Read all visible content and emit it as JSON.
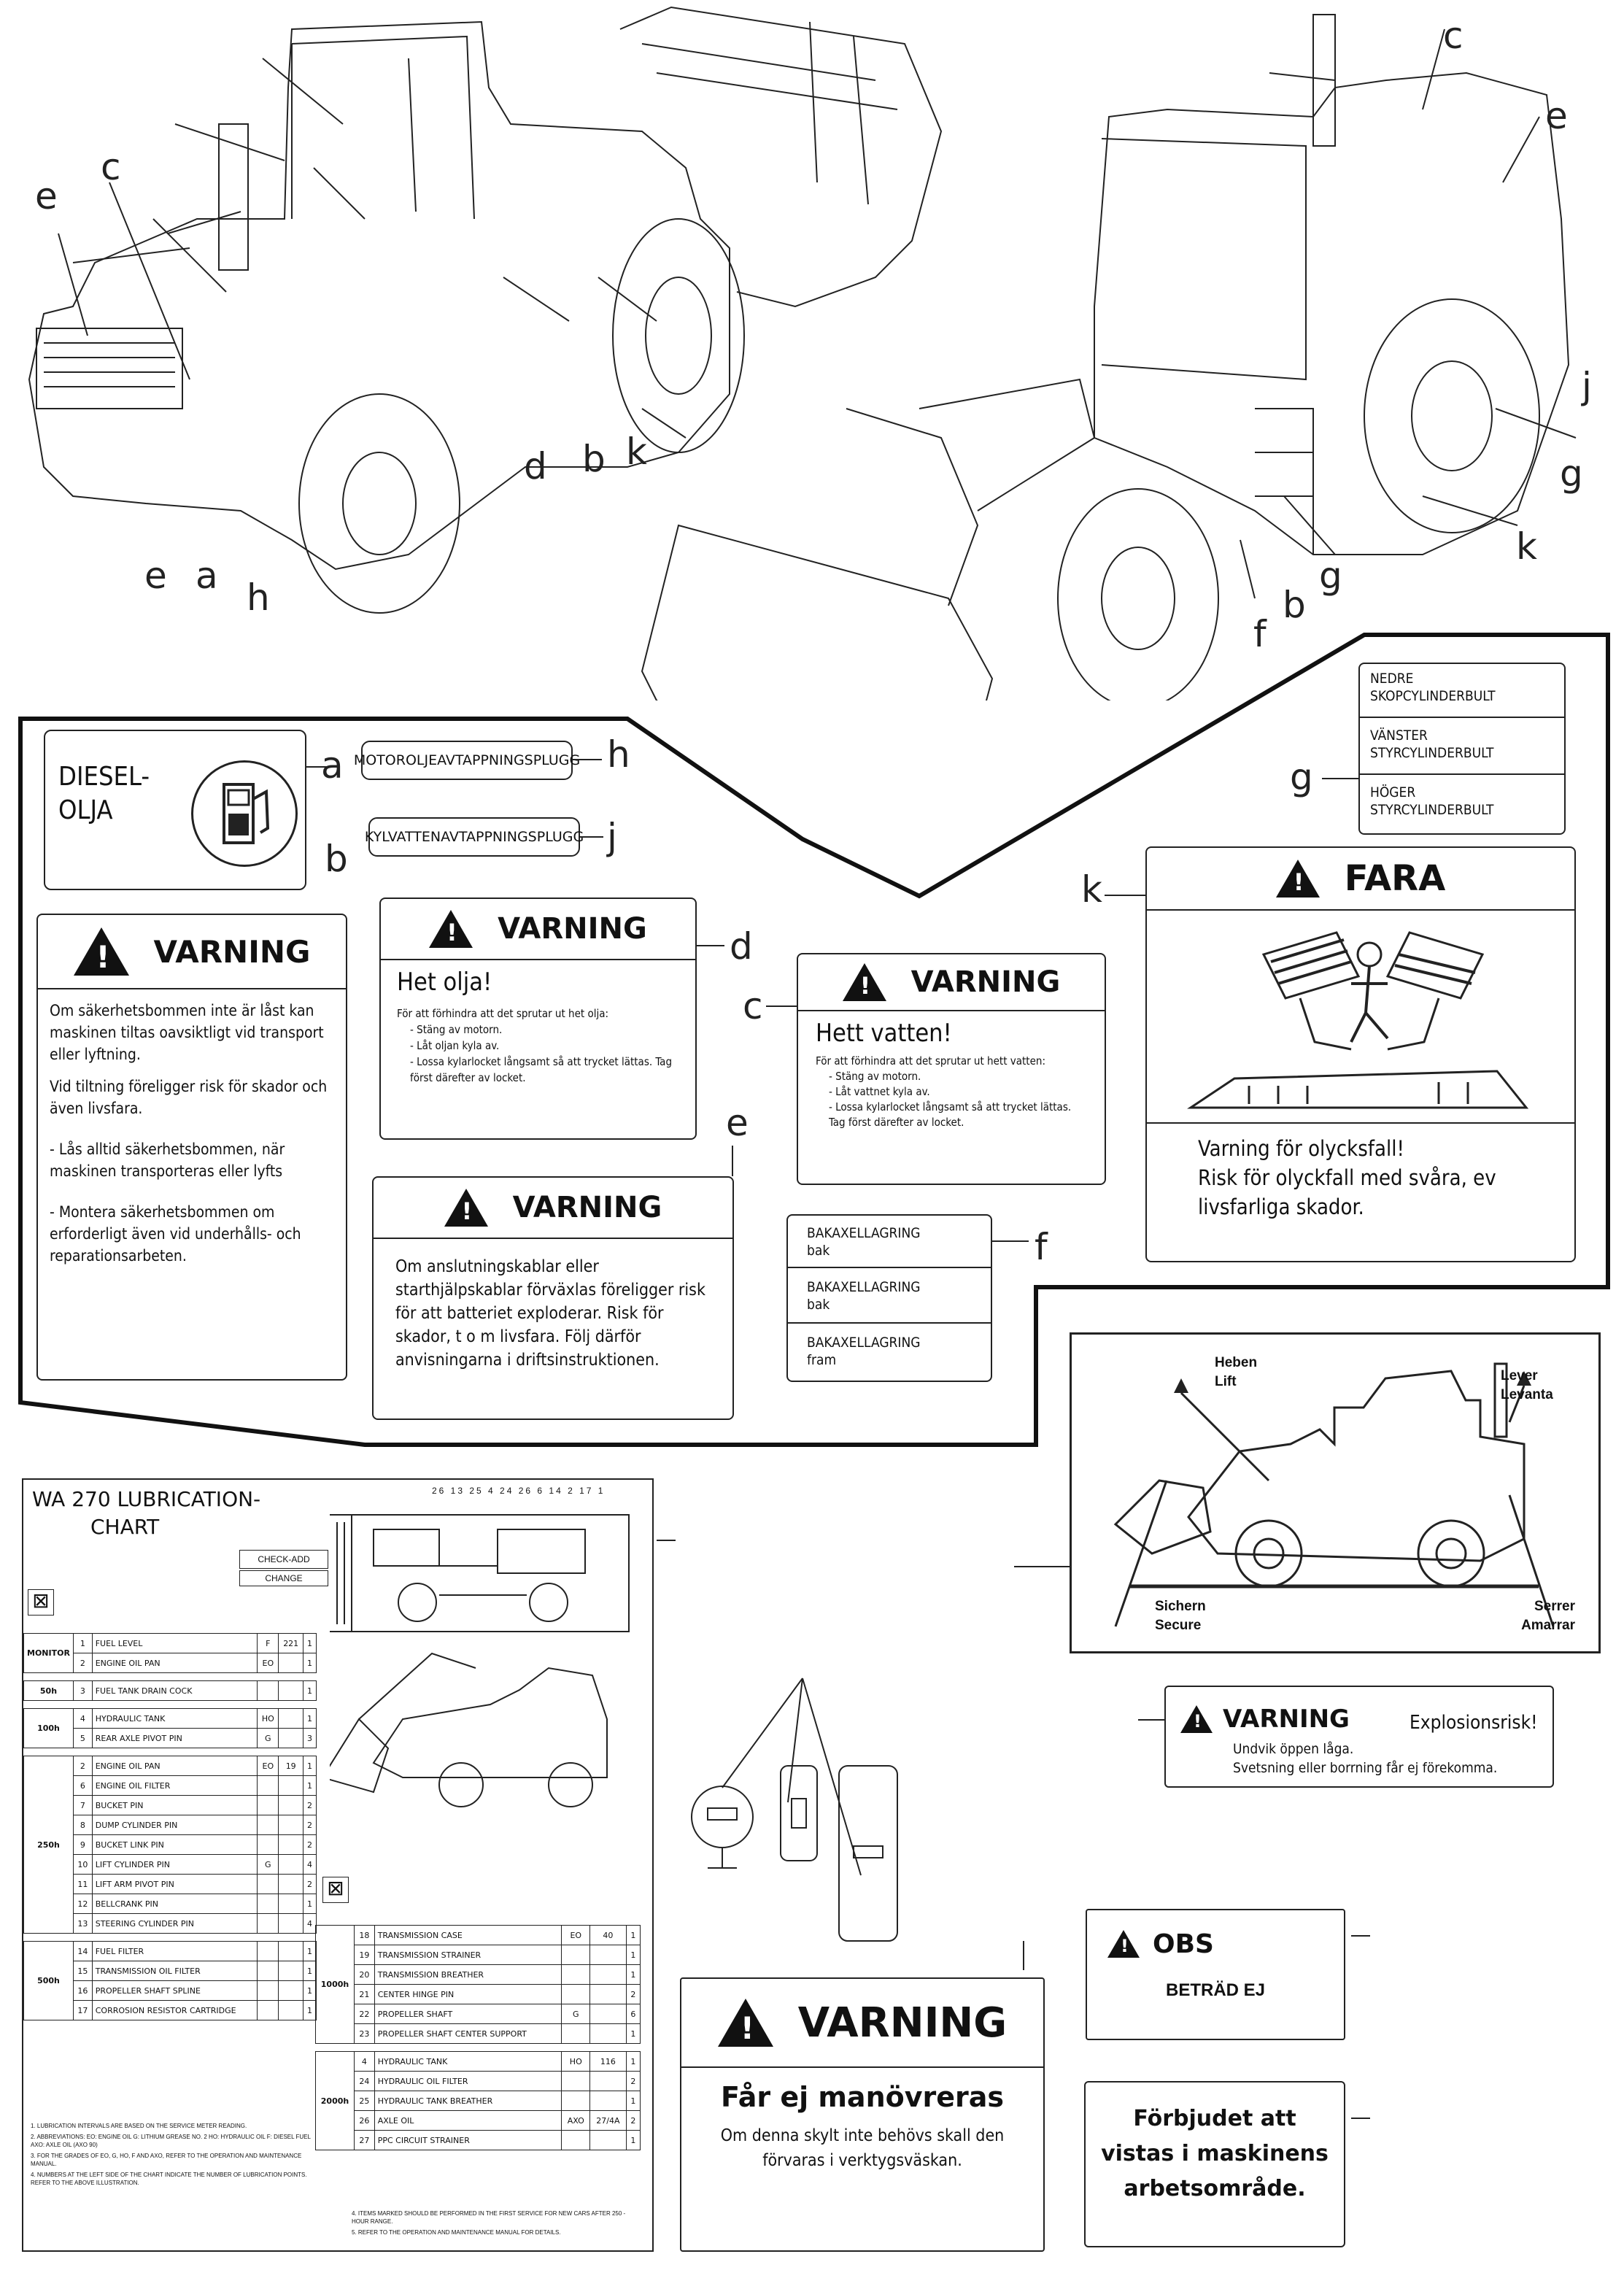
{
  "top_letters": {
    "left": [
      "e",
      "c",
      "e",
      "a",
      "h",
      "d",
      "b",
      "k"
    ],
    "right": [
      "c",
      "e",
      "j",
      "g",
      "k",
      "g",
      "b",
      "f"
    ]
  },
  "diesel": {
    "label_line1": "DIESEL-",
    "label_line2": "OLJA",
    "letter": "a"
  },
  "plug_h": {
    "text": "MOTOROLJEAVTAPPNINGSPLUGG",
    "letter": "h"
  },
  "plug_j": {
    "text": "KYLVATTENAVTAPPNINGSPLUGG",
    "letter": "j"
  },
  "label_g": {
    "letter": "g",
    "rows": [
      "NEDRE\nSKOPCYLINDERBULT",
      "VÄNSTER\nSTYRCYLINDERBULT",
      "HÖGER\nSTYRCYLINDERBULT"
    ]
  },
  "warn_b": {
    "letter": "b",
    "title": "VARNING",
    "p1": "Om säkerhetsbommen inte är låst kan maskinen tiltas oavsiktligt vid transport eller lyftning.",
    "p2": "Vid tiltning föreligger risk för skador och även livsfara.",
    "p3": "- Lås alltid säkerhetsbommen, när maskinen transporteras eller lyfts",
    "p4": "- Montera säkerhetsbommen om erforderligt även vid underhålls- och reparationsarbeten."
  },
  "warn_d": {
    "letter": "d",
    "title": "VARNING",
    "heading": "Het olja!",
    "intro": "För att förhindra att det sprutar ut het olja:",
    "items": [
      "- Stäng av motorn.",
      "- Låt oljan kyla av.",
      "- Lossa kylarlocket långsamt så att trycket lättas. Tag först därefter av locket."
    ]
  },
  "warn_c": {
    "letter": "c",
    "title": "VARNING",
    "heading": "Hett vatten!",
    "intro": "För att förhindra att det sprutar ut hett vatten:",
    "items": [
      "- Stäng av motorn.",
      "- Låt vattnet kyla av.",
      "- Lossa kylarlocket långsamt så att trycket lättas. Tag först därefter av locket."
    ]
  },
  "warn_e": {
    "letter": "e",
    "title": "VARNING",
    "text": "Om anslutningskablar eller starthjälpskablar förväxlas föreligger risk för att batteriet exploderar. Risk för skador, t o m livsfara. Följ därför anvisningarna i driftsinstruktionen."
  },
  "label_f": {
    "letter": "f",
    "rows": [
      [
        "BAKAXELLAGRING",
        "bak"
      ],
      [
        "BAKAXELLAGRING",
        "bak"
      ],
      [
        "BAKAXELLAGRING",
        "fram"
      ]
    ]
  },
  "fara_k": {
    "letter": "k",
    "title": "FARA",
    "line1": "Varning för olycksfall!",
    "line2": "Risk för olyckfall med svåra, ev",
    "line3": "livsfarliga skador."
  },
  "lift": {
    "heben": "Heben",
    "lift": "Lift",
    "lever": "Lever",
    "levanta": "Levanta",
    "sichern": "Sichern",
    "secure": "Secure",
    "serrer": "Serrer",
    "amarrar": "Amarrar"
  },
  "explosion": {
    "title": "VARNING",
    "risk": "Explosionsrisk!",
    "line1": "Undvik öppen låga.",
    "line2": "Svetsning eller borrning får ej förekomma."
  },
  "obs": {
    "title": "OBS",
    "text": "BETRÄD EJ"
  },
  "manovrera": {
    "title": "VARNING",
    "heading": "Får ej manövreras",
    "line1": "Om denna skylt inte behövs skall den",
    "line2": "förvaras i verktygsväskan."
  },
  "forbjudet": {
    "line1": "Förbjudet att",
    "line2": "vistas i maskinens",
    "line3": "arbetsområde."
  },
  "lub_chart": {
    "title1": "WA 270 LUBRICATION-",
    "title2": "CHART",
    "check_add": "CHECK-ADD",
    "change": "CHANGE",
    "top_numbers": "26 13 25 4 24 26 6 14 2 17 1",
    "left_groups": [
      {
        "interval": "MONITOR",
        "rows": [
          [
            "1",
            "FUEL LEVEL",
            "F",
            "221",
            "1"
          ],
          [
            "2",
            "ENGINE OIL PAN",
            "EO",
            "",
            "1"
          ]
        ]
      },
      {
        "interval": "50h",
        "rows": [
          [
            "3",
            "FUEL TANK DRAIN COCK",
            "",
            "",
            "1"
          ]
        ]
      },
      {
        "interval": "100h",
        "rows": [
          [
            "4",
            "HYDRAULIC TANK",
            "HO",
            "",
            "1"
          ],
          [
            "5",
            "REAR AXLE PIVOT PIN",
            "G",
            "",
            "3"
          ]
        ]
      },
      {
        "interval": "250h",
        "rows": [
          [
            "2",
            "ENGINE OIL PAN",
            "EO",
            "19",
            "1"
          ],
          [
            "6",
            "ENGINE OIL FILTER",
            "",
            "",
            "1"
          ],
          [
            "7",
            "BUCKET PIN",
            "",
            "",
            "2"
          ],
          [
            "8",
            "DUMP CYLINDER PIN",
            "",
            "",
            "2"
          ],
          [
            "9",
            "BUCKET LINK PIN",
            "",
            "",
            "2"
          ],
          [
            "10",
            "LIFT CYLINDER PIN",
            "G",
            "",
            "4"
          ],
          [
            "11",
            "LIFT ARM PIVOT PIN",
            "",
            "",
            "2"
          ],
          [
            "12",
            "BELLCRANK PIN",
            "",
            "",
            "1"
          ],
          [
            "13",
            "STEERING CYLINDER PIN",
            "",
            "",
            "4"
          ]
        ]
      },
      {
        "interval": "500h",
        "rows": [
          [
            "14",
            "FUEL FILTER",
            "",
            "",
            "1"
          ],
          [
            "15",
            "TRANSMISSION OIL FILTER",
            "",
            "",
            "1"
          ],
          [
            "16",
            "PROPELLER SHAFT SPLINE",
            "",
            "",
            "1"
          ],
          [
            "17",
            "CORROSION RESISTOR CARTRIDGE",
            "",
            "",
            "1"
          ]
        ]
      }
    ],
    "right_groups": [
      {
        "interval": "1000h",
        "rows": [
          [
            "18",
            "TRANSMISSION CASE",
            "EO",
            "40",
            "1"
          ],
          [
            "19",
            "TRANSMISSION STRAINER",
            "",
            "",
            "1"
          ],
          [
            "20",
            "TRANSMISSION BREATHER",
            "",
            "",
            "1"
          ],
          [
            "21",
            "CENTER HINGE PIN",
            "",
            "",
            "2"
          ],
          [
            "22",
            "PROPELLER SHAFT",
            "G",
            "",
            "6"
          ],
          [
            "23",
            "PROPELLER SHAFT CENTER SUPPORT",
            "",
            "",
            "1"
          ]
        ]
      },
      {
        "interval": "2000h",
        "rows": [
          [
            "4",
            "HYDRAULIC TANK",
            "HO",
            "116",
            "1"
          ],
          [
            "24",
            "HYDRAULIC OIL FILTER",
            "",
            "",
            "2"
          ],
          [
            "25",
            "HYDRAULIC TANK BREATHER",
            "",
            "",
            "1"
          ],
          [
            "26",
            "AXLE OIL",
            "AXO",
            "27/4A",
            "2"
          ],
          [
            "27",
            "PPC CIRCUIT STRAINER",
            "",
            "",
            "1"
          ]
        ]
      }
    ],
    "notes_left": [
      "1. LUBRICATION INTERVALS ARE BASED ON THE SERVICE METER READING.",
      "2. ABBREVIATIONS: EO: ENGINE OIL  G: LITHIUM GREASE NO. 2  HO: HYDRAULIC OIL  F: DIESEL FUEL  AXO: AXLE OIL (AXO 90)",
      "3. FOR THE GRADES OF EO, G, HO, F AND AXO, REFER TO THE OPERATION AND MAINTENANCE MANUAL.",
      "4. NUMBERS AT THE LEFT SIDE OF THE CHART INDICATE THE NUMBER OF LUBRICATION POINTS. REFER TO THE ABOVE ILLUSTRATION."
    ],
    "notes_right": [
      "4. ITEMS MARKED SHOULD BE PERFORMED IN THE FIRST SERVICE FOR NEW CARS AFTER 250 - HOUR RANGE.",
      "5. REFER TO THE OPERATION AND MAINTENANCE MANUAL FOR DETAILS."
    ]
  }
}
